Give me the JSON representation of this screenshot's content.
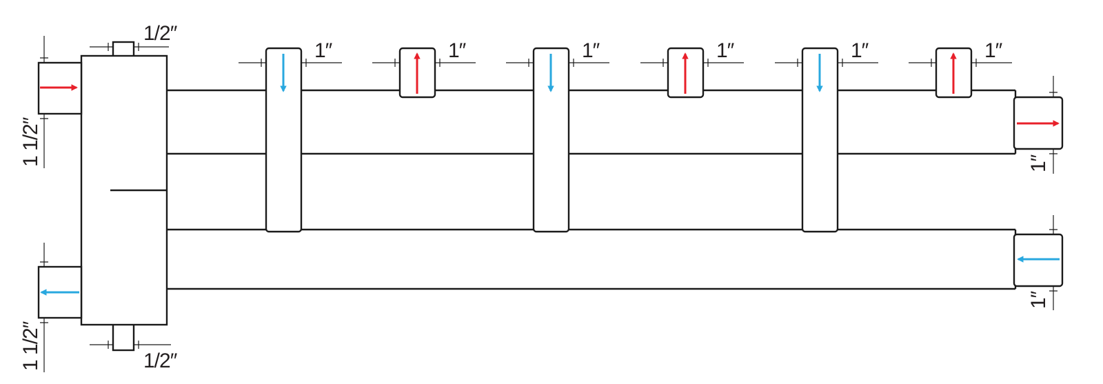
{
  "labels": {
    "top_fitting": "1/2″",
    "bottom_fitting": "1/2″",
    "left_supply": "1 1/2″",
    "left_return": "1 1/2″",
    "right_supply": "1″",
    "right_return": "1″",
    "branches": [
      "1″",
      "1″",
      "1″",
      "1″",
      "1″",
      "1″"
    ]
  },
  "colors": {
    "hot": "#e8202a",
    "cold": "#29a8df",
    "line": "#1a1a1a"
  },
  "flows": {
    "left_supply": "in",
    "left_return": "out",
    "right_supply": "out",
    "right_return": "in",
    "branches": [
      "down",
      "up",
      "down",
      "up",
      "down",
      "up"
    ]
  }
}
